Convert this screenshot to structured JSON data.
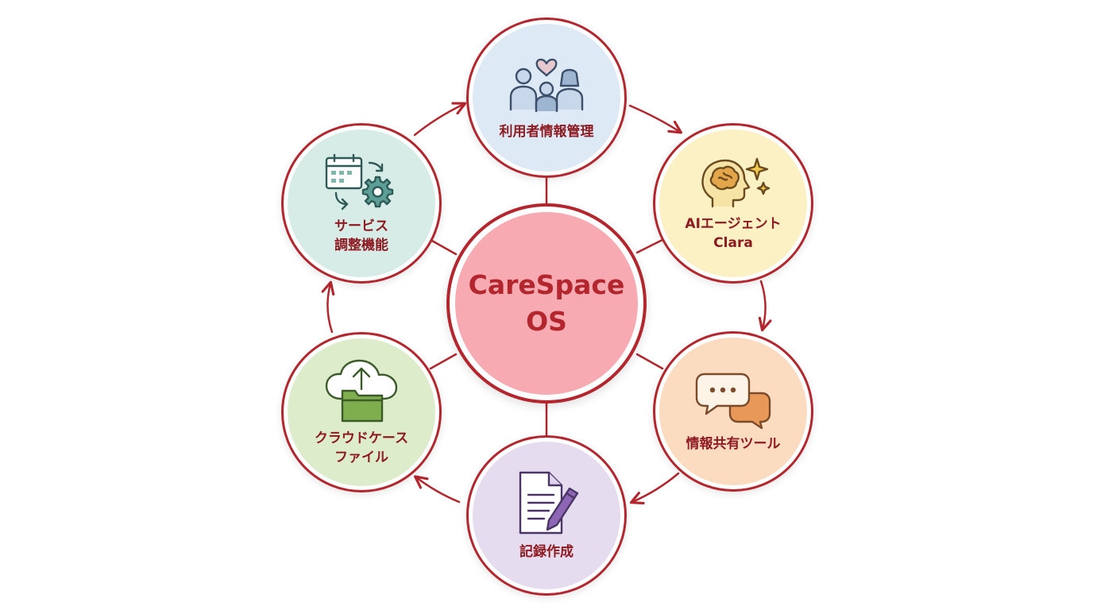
{
  "center": {
    "line1": "CareSpace",
    "line2": "OS"
  },
  "nodes": {
    "user_info": {
      "label": "利用者情報管理",
      "icon": "family-heart-icon"
    },
    "ai_agent": {
      "line1": "AIエージェント",
      "line2": "Clara",
      "icon": "brain-sparkle-icon"
    },
    "info_share": {
      "label": "情報共有ツール",
      "icon": "chat-bubbles-icon"
    },
    "record": {
      "label": "記録作成",
      "icon": "document-pen-icon"
    },
    "cloud_file": {
      "line1": "クラウドケース",
      "line2": "ファイル",
      "icon": "cloud-upload-folder-icon"
    },
    "service": {
      "line1": "サービス",
      "line2": "調整機能",
      "icon": "calendar-gear-icon"
    }
  },
  "colors": {
    "accent": "#b3262e",
    "center_fill": "#f7aab1",
    "user_info_fill": "#dde9f4",
    "ai_agent_fill": "#fbf1c4",
    "info_share_fill": "#fbdcc1",
    "record_fill": "#e6dcef",
    "cloud_file_fill": "#ddeccb",
    "service_fill": "#d7ece6"
  }
}
